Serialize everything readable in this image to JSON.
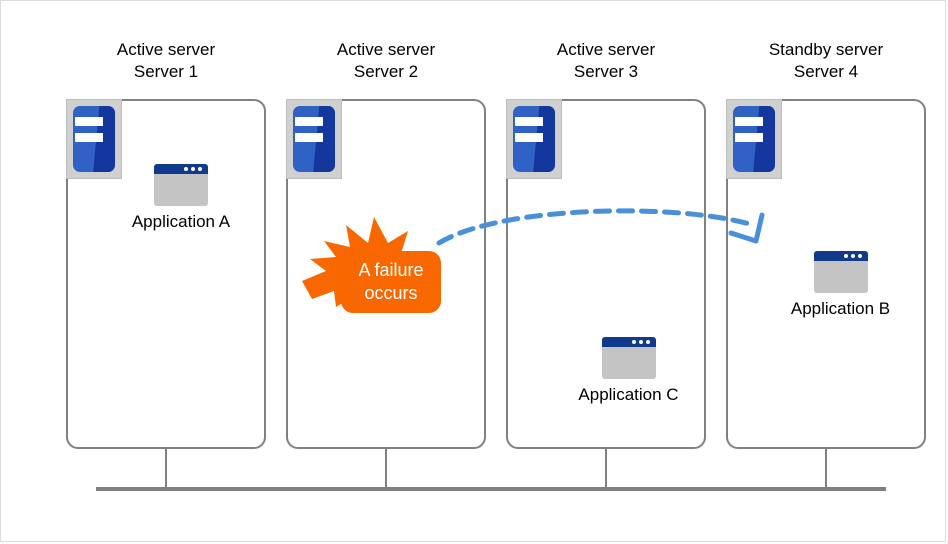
{
  "diagram": {
    "title": "Server failover cluster diagram",
    "colors": {
      "box_border": "#808080",
      "server_icon_frame": "#d0d0d0",
      "server_icon_blue_light": "#2f62c4",
      "server_icon_blue_dark": "#14379e",
      "app_titlebar": "#123a8c",
      "app_body": "#c4c4c4",
      "failure_orange": "#f96800",
      "arrow_blue": "#4a90d9",
      "canvas_border": "#dcdcdc"
    }
  },
  "servers": [
    {
      "role": "Active server",
      "name": "Server 1"
    },
    {
      "role": "Active server",
      "name": "Server 2"
    },
    {
      "role": "Active server",
      "name": "Server 3"
    },
    {
      "role": "Standby server",
      "name": "Server 4"
    }
  ],
  "applications": [
    {
      "label": "Application A",
      "server": "Server 1"
    },
    {
      "label": "Application  C",
      "server": "Server 3"
    },
    {
      "label": "Application  B",
      "server": "Server 4"
    }
  ],
  "failure": {
    "line1": "A failure",
    "line2": "occurs",
    "server": "Server 2"
  },
  "failover_arrow": {
    "from": "Server 2",
    "to": "Server 4",
    "style": "dashed-curved"
  }
}
